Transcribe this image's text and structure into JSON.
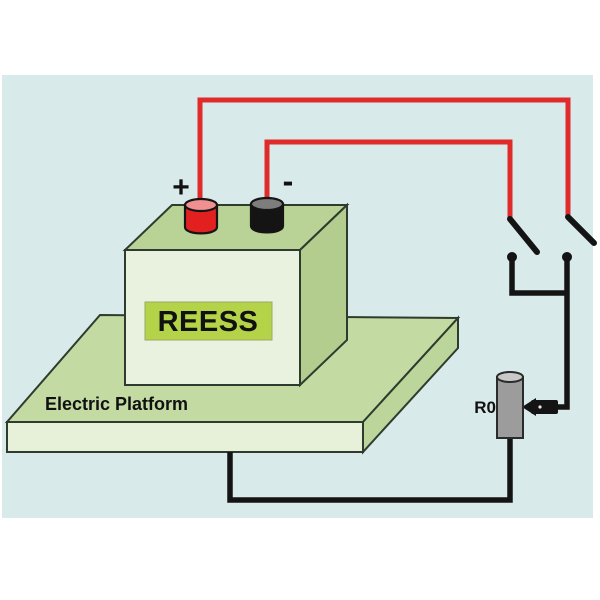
{
  "diagram": {
    "battery": {
      "label": "REESS",
      "positive_mark": "+",
      "negative_mark": "-"
    },
    "platform": {
      "label": "Electric Platform"
    },
    "resistor": {
      "label": "R0"
    }
  },
  "colors": {
    "page": "#ffffff",
    "background": "#d8eae9",
    "platform_top": "#c3dba2",
    "platform_side": "#bcd59a",
    "platform_front": "#e7f0d9",
    "battery_top": "#b9d295",
    "battery_side": "#b3cd8e",
    "battery_front": "#e9f2de",
    "label_bg": "#b5d348",
    "wire_red": "#e02b2b",
    "wire_black": "#141414",
    "terminal_red": "#e32020",
    "terminal_red_top": "#f09090",
    "terminal_black": "#141414",
    "terminal_black_top": "#7d7d7d",
    "resistor_body": "#9c9c9c",
    "resistor_top": "#c9c9c9",
    "plus_mark": "#e8234d",
    "text": "#111111"
  }
}
